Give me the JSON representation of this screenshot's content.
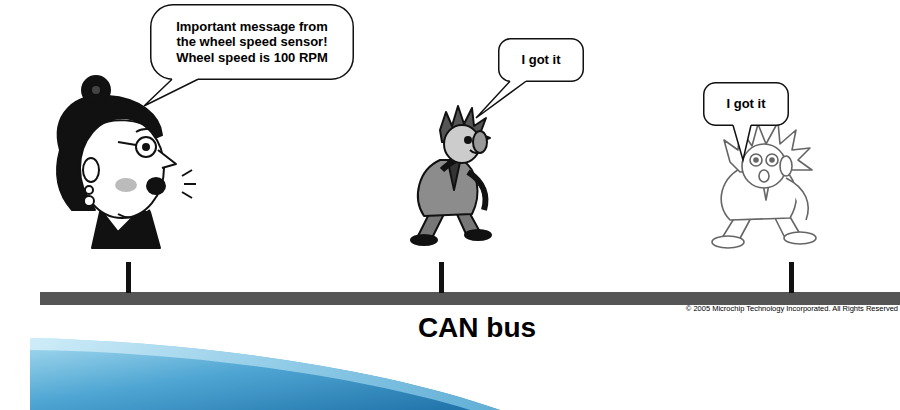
{
  "diagram": {
    "nodes": [
      {
        "text": [
          "Important message from the wheel speed sensor! Wheel speed is 100 RPM"
        ]
      },
      {
        "text": [
          "I got it"
        ]
      },
      {
        "text": [
          "I got it"
        ]
      }
    ],
    "labels": [
      "CAN bus",
      "© 2005 Microchip Technology Incorporated. All Rights Reserved"
    ]
  }
}
